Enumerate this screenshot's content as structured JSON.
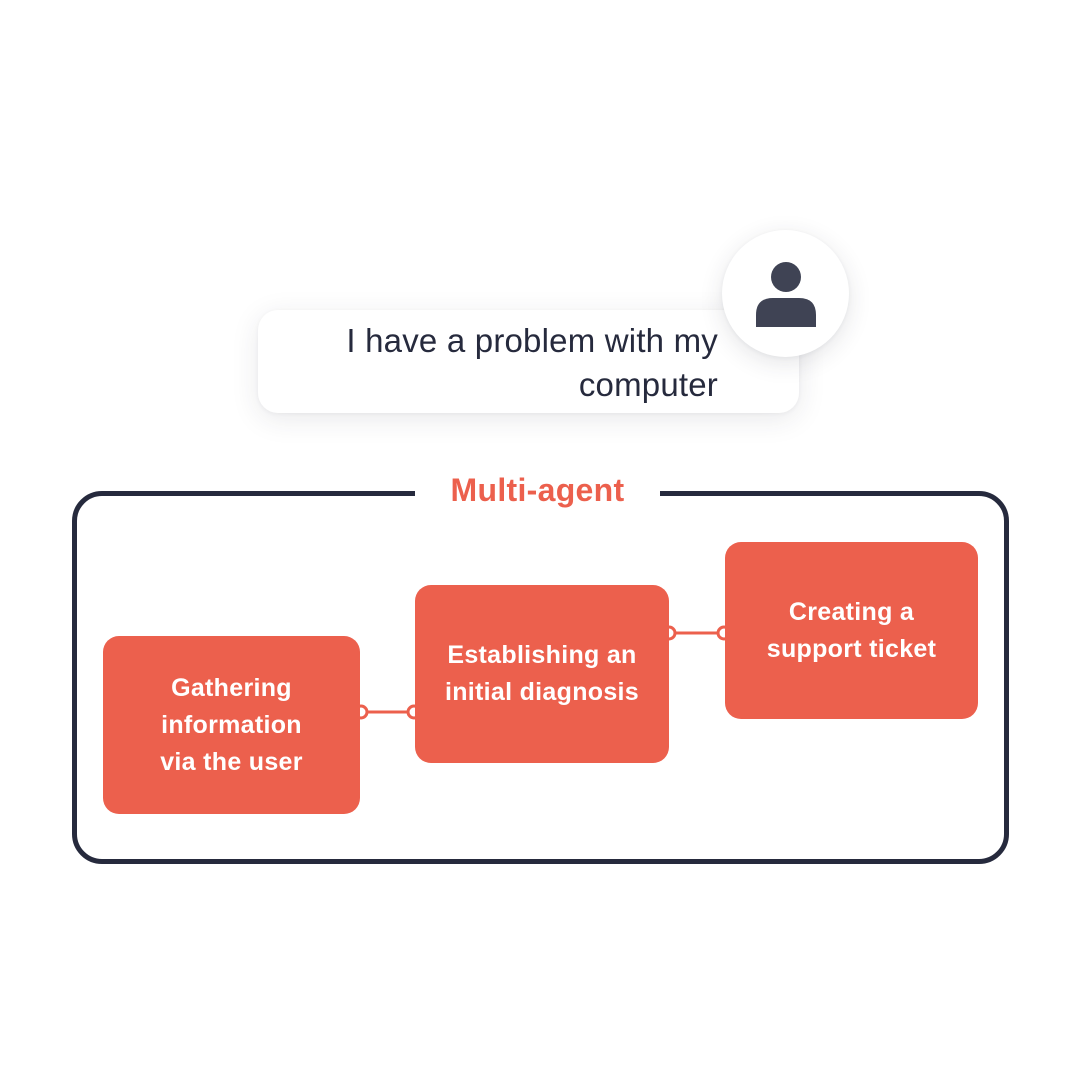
{
  "chat": {
    "message": "I have a problem with my\ncomputer",
    "avatar_icon": "user-icon"
  },
  "diagram": {
    "title": "Multi-agent",
    "steps": [
      {
        "label": "Gathering\ninformation\nvia the user"
      },
      {
        "label": "Establishing an\ninitial diagnosis"
      },
      {
        "label": "Creating a\nsupport ticket"
      }
    ]
  },
  "colors": {
    "accent": "#ec604d",
    "dark": "#262a3d",
    "avatar_icon": "#3f4354",
    "background": "#ffffff"
  }
}
